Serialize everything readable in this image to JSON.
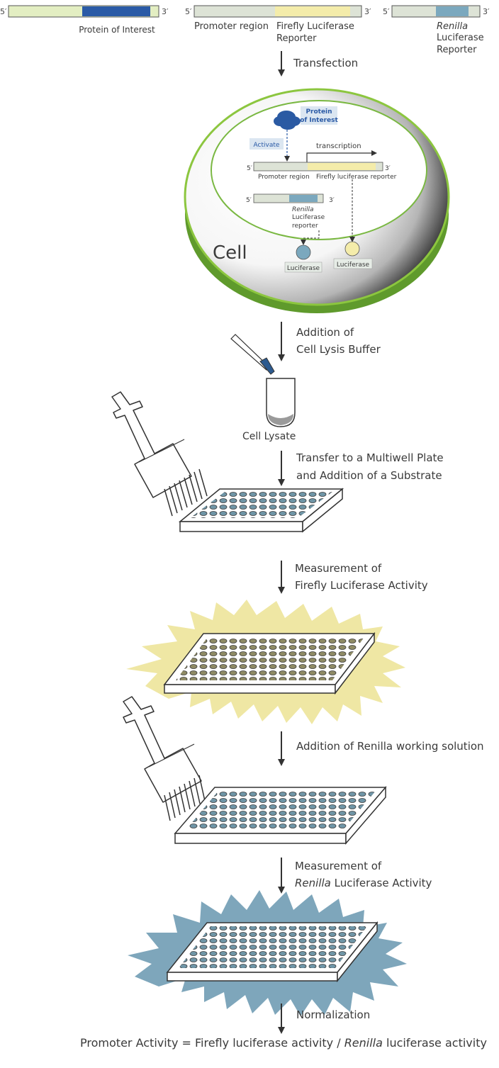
{
  "constructs": {
    "five_prime": "5′",
    "three_prime": "3′",
    "protein_label": "Protein of Interest",
    "promoter_label": "Promoter region",
    "firefly_label_1": "Firefly Luciferase",
    "firefly_label_2": "Reporter",
    "renilla_label_1": "Renilla",
    "renilla_label_2": "Luciferase",
    "renilla_label_3": "Reporter"
  },
  "steps": {
    "transfection": "Transfection",
    "lysis_1": "Addition of",
    "lysis_2": "Cell Lysis Buffer",
    "transfer_1": "Transfer to a Multiwell Plate",
    "transfer_2": "and Addition of a Substrate",
    "measure_ff_1": "Measurement of",
    "measure_ff_2": "Firefly Luciferase Activity",
    "add_renilla": "Addition of Renilla working solution",
    "measure_rn_1": "Measurement of",
    "measure_rn_2_italic": "Renilla",
    "measure_rn_2_rest": " Luciferase Activity",
    "normalization": "Normalization"
  },
  "cell": {
    "cell_label": "Cell",
    "protein_1": "Protein",
    "protein_2": "of Interest",
    "activate": "Activate",
    "transcription": "transcription",
    "promoter": "Promoter region",
    "firefly_reporter": "Firefly luciferase reporter",
    "renilla_1": "Renilla",
    "renilla_2": "Luciferase",
    "renilla_3": "reporter",
    "luciferase_a": "Luciferase",
    "luciferase_b": "Luciferase"
  },
  "lysate_label": "Cell Lysate",
  "formula": {
    "part1": "Promoter Activity = Firefly luciferase activity / ",
    "italic": "Renilla",
    "part2": " luciferase activity"
  },
  "colors": {
    "dark_blue": "#2a5aa6",
    "light_green": "#e3eec2",
    "yellow": "#f4ecaa",
    "renilla_blue": "#7ba8be",
    "cell_green": "#6fa833",
    "glow_yellow": "#efe7a4",
    "glow_blue": "#7ea6bb",
    "arrow": "#333333"
  }
}
